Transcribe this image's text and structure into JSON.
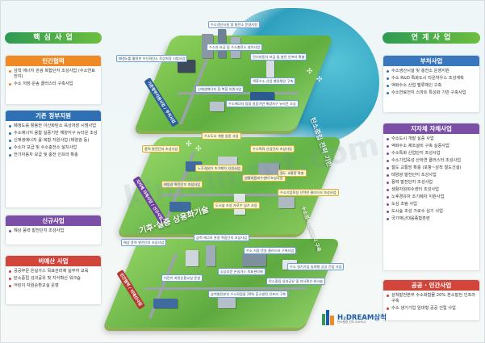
{
  "left": {
    "title": "핵 심 사 업",
    "panels": [
      {
        "title": "민간협력",
        "items": [
          "삼척 에너지 관광 복합단지 조성사업 (수소연료전지)",
          "수소 저장·운송 클러스터 구축사업"
        ]
      },
      {
        "title": "기존 정부지원",
        "items": [
          "폐갱도를 활용한 이산화탄소 육상저장 시범사업",
          "수소에너지 융합 실증기반 해양지구 뉴타운 조성",
          "신재생에너지 융·복합 지원사업 (태양광 등)",
          "수소차 보급 및 수소충전소 설치사업",
          "전기자동차 보급 및 충전 인프라 확충"
        ]
      },
      {
        "title": "신규사업",
        "items": [
          "해상 풍력 발전단지 조성사업"
        ]
      },
      {
        "title": "비예산 사업",
        "items": [
          "공공부문 온실가스 목표관리제 실무자 교육",
          "탄소중립 성과공유 및 지식확산 워크숍",
          "어린이 자원순환교실 운영"
        ]
      }
    ]
  },
  "right": {
    "title": "연 계 사 업",
    "panels": [
      {
        "title": "부처사업",
        "items": [
          "수소생산시설 및 충전소 운영지원",
          "수소 R&D 특화도시 타운하우스 조성계획",
          "액화수소 산업 밸류체인 구축",
          "수소연료전지 스마트 특성화 기반 구축사업"
        ]
      },
      {
        "title": "지자체 자체사업",
        "items": [
          "수소도시 개발 실증 사업",
          "액화수소 제조설비 구축 실증사업",
          "수소특화 산업단지 조성사업",
          "수소기업육성 산학연 클러스터 조성사업",
          "철도 교통망 확충 (포항~삼척 철도건설)",
          "태양광 발전단지 조성사업",
          "풍력 발전단지 조성사업",
          "생활자원회수센터 조성사업",
          "노후경유차 조기폐차 지원사업",
          "도심 조림 사업",
          "도시숲 조성 가로수 심기 사업",
          "국가재난대응종합훈련"
        ]
      },
      {
        "title": "공공 · 민간사업",
        "items": [
          "삼척발전본부 수소화합물 20% 혼소발전 인프라 구축",
          "수소 생기기업 임대형 공공 건립 사업"
        ]
      }
    ]
  },
  "scene": {
    "layer_labels": [
      "기존정부지원사업 / 부처사업",
      "지자체 자체사업 / 신규사업",
      "민간협력 / 비예산사업"
    ],
    "center_labels": [
      "기후·실증 상용화기술"
    ],
    "side_labels": [
      "탄소중립 전략 기반",
      "수소경제 선도도시 구축"
    ],
    "tags": [
      "폐갱도를 활용한 이산화탄소 육상저장 시범사업",
      "수소생산시설 및 충전소 운영지원",
      "수소차 보급 및 수소충전소 설치사업",
      "전기자동차 보급 및 충전 인프라 확충",
      "신재생에너지 융·복합 지원사업",
      "액화수소 산업 밸류체인 구축",
      "수소에너지 융합 실증기반 해양지구 뉴타운 조성",
      "수소도시 개발 실증 사업",
      "풍력 발전단지 조성사업",
      "태양광 발전단지 조성사업",
      "수소특화 산업단지 조성사업",
      "노후경유차 조기폐차 지원사업",
      "생활자원회수센터 조성사업",
      "철도 교통망 확충",
      "수소기업육성 산학연 클러스터 조성사업",
      "도시숲 조성 가로수 심기 사업",
      "해상 풍력 발전단지 조성사업",
      "삼척 에너지 관광 복합단지 조성사업",
      "어린이 자원순환교실 운영",
      "수소 저장·운송 클러스터 구축사업",
      "공공부문 온실가스 목표관리제",
      "삼척발전본부 수소화합물 20% 혼소발전 인프라 구축",
      "탄소중립 성과공유 및 지식확산 워크숍",
      "수소 생기기업 임대형 공공 건립 사업"
    ]
  },
  "logo": {
    "brand": "H₂DREAM삼척",
    "sub": "탄소중립 선도 수소도시"
  },
  "watermark": "kimkimrnt.com",
  "colors": {
    "accent_green": "#4caf50",
    "orange": "#f08a24",
    "blue": "#2f6fb4",
    "purple": "#7b4fa5",
    "red": "#d2453b"
  }
}
